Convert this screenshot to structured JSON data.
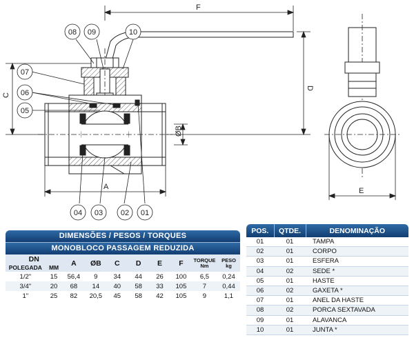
{
  "callouts": [
    "08",
    "09",
    "10",
    "07",
    "06",
    "05",
    "04",
    "03",
    "02",
    "01"
  ],
  "dimension_letters": {
    "F": "F",
    "C": "C",
    "D": "D",
    "B": "ØB",
    "A": "A",
    "E": "E"
  },
  "dims_table": {
    "title": "DIMENSÕES / PESOS / TORQUES",
    "subtitle": "MONOBLOCO PASSAGEM REDUZIDA",
    "dn_label": "DN",
    "sub_polegada": "POLEGADA",
    "sub_mm": "MM",
    "columns": [
      "A",
      "ØB",
      "C",
      "D",
      "E",
      "F"
    ],
    "torque_label": "TORQUE",
    "torque_unit": "Nm",
    "peso_label": "PESO",
    "peso_unit": "kg",
    "rows": [
      [
        "1/2\"",
        "15",
        "56,4",
        "9",
        "34",
        "44",
        "26",
        "100",
        "6,5",
        "0,24"
      ],
      [
        "3/4\"",
        "20",
        "68",
        "14",
        "40",
        "58",
        "33",
        "105",
        "7",
        "0,44"
      ],
      [
        "1\"",
        "25",
        "82",
        "20,5",
        "45",
        "58",
        "42",
        "105",
        "9",
        "1,1"
      ]
    ]
  },
  "parts_table": {
    "headers": [
      "POS.",
      "QTDE.",
      "DENOMINAÇÃO"
    ],
    "rows": [
      [
        "01",
        "01",
        "TAMPA"
      ],
      [
        "02",
        "01",
        "CORPO"
      ],
      [
        "03",
        "01",
        "ESFERA"
      ],
      [
        "04",
        "02",
        "SEDE *"
      ],
      [
        "05",
        "01",
        "HASTE"
      ],
      [
        "06",
        "02",
        "GAXETA *"
      ],
      [
        "07",
        "01",
        "ANEL DA HASTE"
      ],
      [
        "08",
        "02",
        "PORCA SEXTAVADA"
      ],
      [
        "09",
        "01",
        "ALAVANCA"
      ],
      [
        "10",
        "01",
        "JUNTA *"
      ]
    ]
  },
  "colors": {
    "header": "#1f5590",
    "line": "#222222",
    "hatch": "#555555"
  }
}
